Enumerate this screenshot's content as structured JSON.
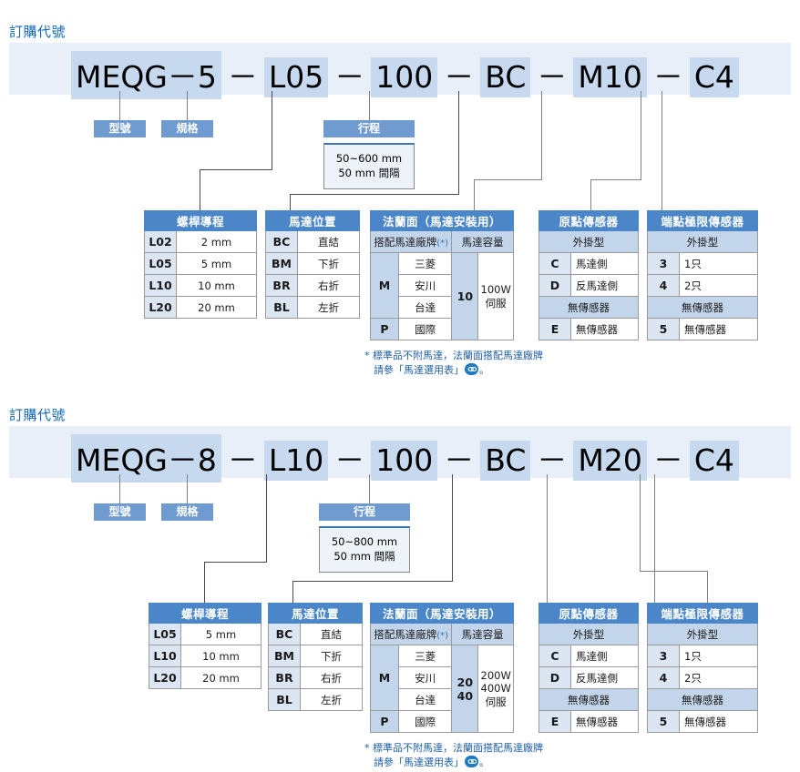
{
  "sections": [
    {
      "title": "訂購代號",
      "code_tokens": [
        "MEQG－5",
        "L05",
        "100",
        "BC",
        "M10",
        "C4"
      ],
      "separator": "－",
      "callouts": [
        {
          "label": "型號"
        },
        {
          "label": "規格"
        },
        {
          "label": "行程"
        }
      ],
      "stroke_box": {
        "line1": "50~600 mm",
        "line2": "50 mm 間隔"
      },
      "tables": [
        {
          "header": "螺桿導程",
          "rows": [
            {
              "code": "L02",
              "value": "2 mm"
            },
            {
              "code": "L05",
              "value": "5 mm"
            },
            {
              "code": "L10",
              "value": "10 mm"
            },
            {
              "code": "L20",
              "value": "20 mm"
            }
          ]
        },
        {
          "header": "馬達位置",
          "rows": [
            {
              "code": "BC",
              "value": "直結"
            },
            {
              "code": "BM",
              "value": "下折"
            },
            {
              "code": "BR",
              "value": "右折"
            },
            {
              "code": "BL",
              "value": "左折"
            }
          ]
        },
        {
          "header": "法蘭面（馬達安裝用）",
          "sub_headers": [
            "搭配馬達廠牌",
            "馬達容量"
          ],
          "sub_header_mark": "(*)",
          "brand_groups": [
            {
              "code": "M",
              "brands": [
                "三菱",
                "安川",
                "台達"
              ]
            },
            {
              "code": "P",
              "brands": [
                "國際"
              ]
            }
          ],
          "capacity_code": "10",
          "capacity_value": "100W\n伺服",
          "capacity_lines": [
            "100W",
            "伺服"
          ]
        },
        {
          "header": "原點傳感器",
          "groups": [
            {
              "sub": "外掛型",
              "rows": [
                {
                  "code": "C",
                  "value": "馬達側"
                },
                {
                  "code": "D",
                  "value": "反馬達側"
                }
              ]
            },
            {
              "sub": "無傳感器",
              "rows": [
                {
                  "code": "E",
                  "value": "無傳感器"
                }
              ]
            }
          ]
        },
        {
          "header": "端點極限傳感器",
          "groups": [
            {
              "sub": "外掛型",
              "rows": [
                {
                  "code": "3",
                  "value": "1只"
                },
                {
                  "code": "4",
                  "value": "2只"
                }
              ]
            },
            {
              "sub": "無傳感器",
              "rows": [
                {
                  "code": "5",
                  "value": "無傳感器"
                }
              ]
            }
          ]
        }
      ],
      "note": {
        "line1": "* 標準品不附馬達，法蘭面搭配馬達廠牌",
        "line2_pre": "請參「馬達選用表」",
        "line2_post": "。",
        "link_icon": "link-icon"
      }
    },
    {
      "title": "訂購代號",
      "code_tokens": [
        "MEQG－8",
        "L10",
        "100",
        "BC",
        "M20",
        "C4"
      ],
      "separator": "－",
      "callouts": [
        {
          "label": "型號"
        },
        {
          "label": "規格"
        },
        {
          "label": "行程"
        }
      ],
      "stroke_box": {
        "line1": "50~800 mm",
        "line2": "50 mm 間隔"
      },
      "tables": [
        {
          "header": "螺桿導程",
          "rows": [
            {
              "code": "L05",
              "value": "5 mm"
            },
            {
              "code": "L10",
              "value": "10 mm"
            },
            {
              "code": "L20",
              "value": "20 mm"
            }
          ]
        },
        {
          "header": "馬達位置",
          "rows": [
            {
              "code": "BC",
              "value": "直結"
            },
            {
              "code": "BM",
              "value": "下折"
            },
            {
              "code": "BR",
              "value": "右折"
            },
            {
              "code": "BL",
              "value": "左折"
            }
          ]
        },
        {
          "header": "法蘭面（馬達安裝用）",
          "sub_headers": [
            "搭配馬達廠牌",
            "馬達容量"
          ],
          "sub_header_mark": "(*)",
          "brand_groups": [
            {
              "code": "M",
              "brands": [
                "三菱",
                "安川",
                "台達"
              ]
            },
            {
              "code": "P",
              "brands": [
                "國際"
              ]
            }
          ],
          "capacity_code_lines": [
            "20",
            "40"
          ],
          "capacity_lines": [
            "200W",
            "400W",
            "伺服"
          ]
        },
        {
          "header": "原點傳感器",
          "groups": [
            {
              "sub": "外掛型",
              "rows": [
                {
                  "code": "C",
                  "value": "馬達側"
                },
                {
                  "code": "D",
                  "value": "反馬達側"
                }
              ]
            },
            {
              "sub": "無傳感器",
              "rows": [
                {
                  "code": "E",
                  "value": "無傳感器"
                }
              ]
            }
          ]
        },
        {
          "header": "端點極限傳感器",
          "groups": [
            {
              "sub": "外掛型",
              "rows": [
                {
                  "code": "3",
                  "value": "1只"
                },
                {
                  "code": "4",
                  "value": "2只"
                }
              ]
            },
            {
              "sub": "無傳感器",
              "rows": [
                {
                  "code": "5",
                  "value": "無傳感器"
                }
              ]
            }
          ]
        }
      ],
      "note": {
        "line1": "* 標準品不附馬達，法蘭面搭配馬達廠牌",
        "line2_pre": "請參「馬達選用表」",
        "line2_post": "。",
        "link_icon": "link-icon"
      }
    }
  ],
  "colors": {
    "title_blue": "#1469b8",
    "codebar_bg": "#e8eff8",
    "token_bg": "#c6d9ef",
    "label_blue": "#6f9bd1",
    "table_header_blue": "#4a86c8",
    "subheader_blue": "#c3d5ea",
    "code_cell_blue": "#dce6f2",
    "note_blue": "#1f5fa8"
  }
}
